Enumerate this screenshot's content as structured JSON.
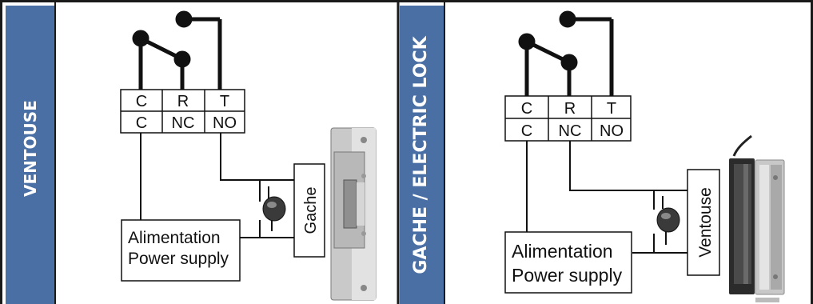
{
  "colors": {
    "sidebar": "#4a6fa5",
    "sidebar_text": "#ffffff",
    "line": "#111111",
    "frame": "#1a1a1a",
    "metal_light": "#d4d4d4",
    "metal_dark": "#8a8a8a",
    "magnet_dark": "#2b2b2b"
  },
  "panels": [
    {
      "side_label": "VENTOUSE",
      "terminals": {
        "top": [
          "C",
          "R",
          "T"
        ],
        "bottom": [
          "C",
          "NC",
          "NO"
        ]
      },
      "power_supply": [
        "Alimentation",
        "Power supply"
      ],
      "device_label": "Gache",
      "device_icon": "electric-strike-icon"
    },
    {
      "side_label": "GACHE / ELECTRIC LOCK",
      "terminals": {
        "top": [
          "C",
          "R",
          "T"
        ],
        "bottom": [
          "C",
          "NC",
          "NO"
        ]
      },
      "power_supply": [
        "Alimentation",
        "Power supply"
      ],
      "device_label": "Ventouse",
      "device_icon": "magnetic-lock-icon"
    }
  ]
}
